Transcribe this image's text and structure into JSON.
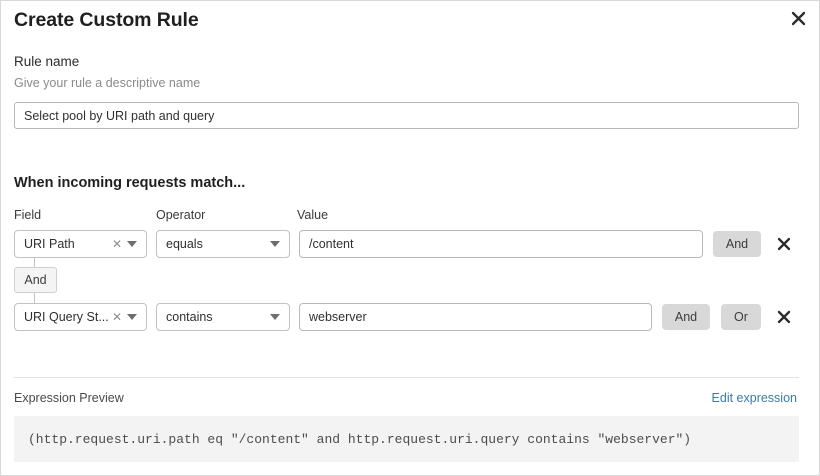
{
  "dialog": {
    "title": "Create Custom Rule",
    "close_icon": "close-icon"
  },
  "rule_name": {
    "label": "Rule name",
    "hint": "Give your rule a descriptive name",
    "value": "Select pool by URI path and query",
    "placeholder": ""
  },
  "conditions_section": {
    "heading": "When incoming requests match...",
    "columns": {
      "field": "Field",
      "operator": "Operator",
      "value": "Value"
    },
    "group_connector": "And",
    "rows": [
      {
        "field": "URI Path",
        "field_clear_icon": "clear-x-icon",
        "field_caret_icon": "chevron-down-icon",
        "operator": "equals",
        "operator_caret_icon": "chevron-down-icon",
        "value": "/content",
        "buttons": [
          "And"
        ],
        "delete_icon": "delete-x-icon"
      },
      {
        "field": "URI Query St...",
        "field_clear_icon": "clear-x-icon",
        "field_caret_icon": "chevron-down-icon",
        "operator": "contains",
        "operator_caret_icon": "chevron-down-icon",
        "value": "webserver",
        "buttons": [
          "And",
          "Or"
        ],
        "delete_icon": "delete-x-icon"
      }
    ]
  },
  "expression_preview": {
    "label": "Expression Preview",
    "edit_link": "Edit expression",
    "expression": "(http.request.uri.path eq \"/content\" and http.request.uri.query contains \"webserver\")"
  },
  "colors": {
    "link": "#3a7ca5",
    "chip_bg": "#d8d8d8",
    "code_bg": "#f3f3f3",
    "border": "#c2c2c2"
  }
}
